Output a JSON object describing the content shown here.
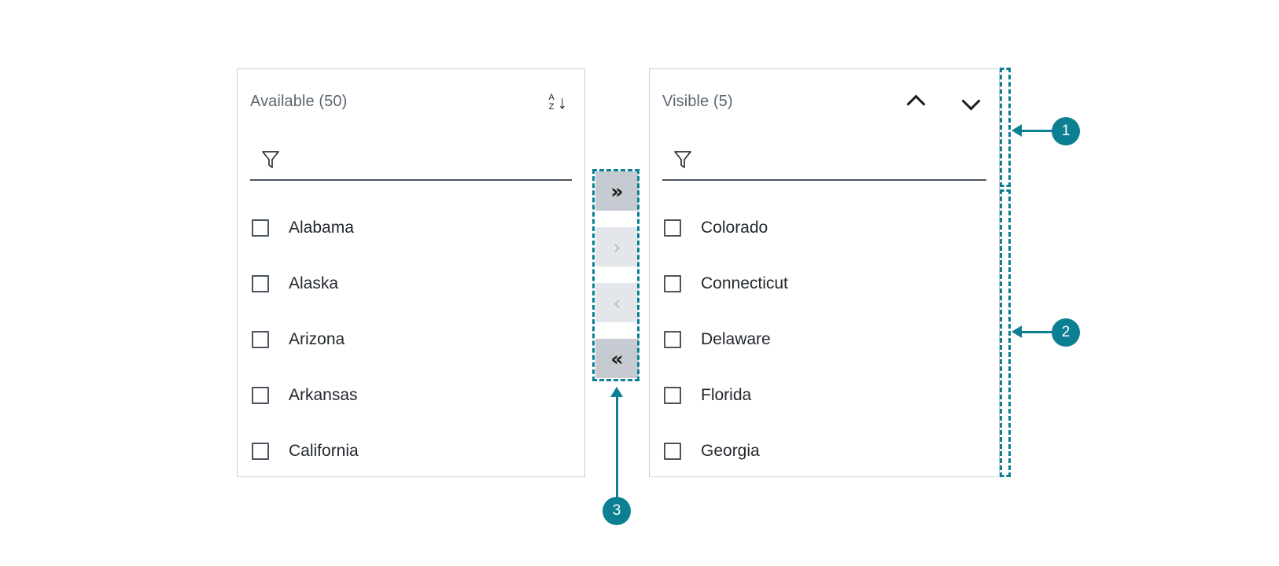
{
  "panels": {
    "available": {
      "title": "Available (50)",
      "sort_icon": "sort-alpha-asc-icon",
      "filter_icon": "filter-funnel-icon",
      "filter_value": "",
      "filter_placeholder": "",
      "items": [
        {
          "label": "Alabama",
          "checked": false
        },
        {
          "label": "Alaska",
          "checked": false
        },
        {
          "label": "Arizona",
          "checked": false
        },
        {
          "label": "Arkansas",
          "checked": false
        },
        {
          "label": "California",
          "checked": false
        }
      ],
      "sort_glyph_top": "A",
      "sort_glyph_bottom": "Z",
      "sort_arrow": "↓"
    },
    "visible": {
      "title": "Visible (5)",
      "move_up_icon": "chevron-up-icon",
      "move_down_icon": "chevron-down-icon",
      "filter_icon": "filter-funnel-icon",
      "filter_value": "",
      "filter_placeholder": "",
      "items": [
        {
          "label": "Colorado",
          "checked": false
        },
        {
          "label": "Connecticut",
          "checked": false
        },
        {
          "label": "Delaware",
          "checked": false
        },
        {
          "label": "Florida",
          "checked": false
        },
        {
          "label": "Georgia",
          "checked": false
        }
      ]
    }
  },
  "transfer": {
    "buttons": [
      {
        "name": "move-all-right",
        "glyph": "»",
        "state": "enabled"
      },
      {
        "name": "move-right",
        "glyph": "›",
        "state": "disabled"
      },
      {
        "name": "move-left",
        "glyph": "‹",
        "state": "disabled"
      },
      {
        "name": "move-all-left",
        "glyph": "«",
        "state": "enabled"
      }
    ]
  },
  "annotations": {
    "accent_color": "#0c7f92",
    "badges": [
      {
        "number": "1",
        "target": "visible-panel-header-region"
      },
      {
        "number": "2",
        "target": "visible-panel-list-region"
      },
      {
        "number": "3",
        "target": "transfer-button-group"
      }
    ]
  },
  "colors": {
    "panel_border": "#c9d0d6",
    "title_text": "#5b6670",
    "item_text": "#23282d",
    "checkbox_border": "#4b555f",
    "input_underline": "#4b555f",
    "xfer_enabled_bg": "#c5cbd1",
    "xfer_disabled_bg": "#e4e7ea",
    "xfer_disabled_fg": "#b4bbc1",
    "accent": "#0c7f92"
  }
}
